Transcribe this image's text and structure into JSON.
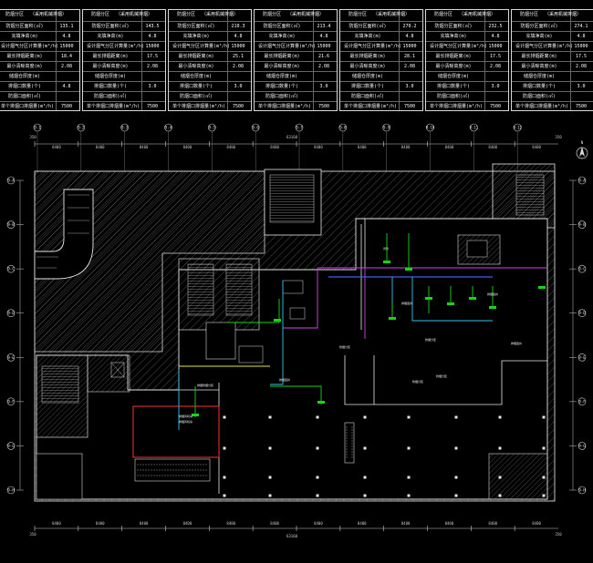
{
  "tables": [
    {
      "header": "（采用机械排烟）",
      "labels": [
        "防烟分区",
        "防烟分区面积(㎡)",
        "充填净高(m)",
        "设计烟气分区计算量(m³/h)",
        "最长排烟距离(m)",
        "最小清晰高度(m)",
        "储烟仓厚度(m)",
        "排烟口数量(个)",
        "防烟口面积(㎡)",
        "单个排烟口排烟量(m³/h)"
      ],
      "values": [
        "",
        "135.1",
        "4.8",
        "15000",
        "18.4",
        "2.08",
        "",
        "4.8",
        "",
        "7500"
      ]
    },
    {
      "header": "（采用机械排烟）",
      "labels": [
        "防烟分区",
        "防烟分区面积(㎡)",
        "充填净高(m)",
        "设计烟气分区计算量(m³/h)",
        "最长排烟距离(m)",
        "最小清晰高度(m)",
        "储烟仓厚度(m)",
        "排烟口数量(个)",
        "防烟口面积(㎡)",
        "单个排烟口排烟量(m³/h)"
      ],
      "values": [
        "",
        "143.5",
        "4.8",
        "15000",
        "17.5",
        "2.08",
        "",
        "3.0",
        "",
        "7500"
      ]
    },
    {
      "header": "（采用机械排烟）",
      "labels": [
        "防烟分区",
        "防烟分区面积(㎡)",
        "充填净高(m)",
        "设计烟气分区计算量(m³/h)",
        "最长排烟距离(m)",
        "最小清晰高度(m)",
        "储烟仓厚度(m)",
        "排烟口数量(个)",
        "防烟口面积(㎡)",
        "单个排烟口排烟量(m³/h)"
      ],
      "values": [
        "",
        "210.3",
        "4.8",
        "15000",
        "25.1",
        "2.08",
        "",
        "3.0",
        "",
        "7500"
      ]
    },
    {
      "header": "（采用机械排烟）",
      "labels": [
        "防烟分区",
        "防烟分区面积(㎡)",
        "充填净高(m)",
        "设计烟气分区计算量(m³/h)",
        "最长排烟距离(m)",
        "最小清晰高度(m)",
        "储烟仓厚度(m)",
        "排烟口数量(个)",
        "防烟口面积(㎡)",
        "单个排烟口排烟量(m³/h)"
      ],
      "values": [
        "",
        "213.4",
        "4.8",
        "15000",
        "21.6",
        "2.08",
        "",
        "3.0",
        "",
        "7500"
      ]
    },
    {
      "header": "（采用机械排烟）",
      "labels": [
        "防烟分区",
        "防烟分区面积(㎡)",
        "充填净高(m)",
        "设计烟气分区计算量(m³/h)",
        "最长排烟距离(m)",
        "最小清晰高度(m)",
        "储烟仓厚度(m)",
        "排烟口数量(个)",
        "防烟口面积(㎡)",
        "单个排烟口排烟量(m³/h)"
      ],
      "values": [
        "",
        "270.2",
        "4.8",
        "15000",
        "28.1",
        "2.08",
        "",
        "3.0",
        "",
        "7500"
      ]
    },
    {
      "header": "（采用机械排烟）",
      "labels": [
        "防烟分区",
        "防烟分区面积(㎡)",
        "充填净高(m)",
        "设计烟气分区计算量(m³/h)",
        "最长排烟距离(m)",
        "最小清晰高度(m)",
        "储烟仓厚度(m)",
        "排烟口数量(个)",
        "防烟口面积(㎡)",
        "单个排烟口排烟量(m³/h)"
      ],
      "values": [
        "",
        "232.5",
        "4.8",
        "15000",
        "17.5",
        "2.08",
        "",
        "3.0",
        "",
        "7500"
      ]
    },
    {
      "header": "（采用机械排烟）",
      "labels": [
        "防烟分区",
        "防烟分区面积(㎡)",
        "充填净高(m)",
        "设计烟气分区计算量(m³/h)",
        "最长排烟距离(m)",
        "最小清晰高度(m)",
        "储烟仓厚度(m)",
        "排烟口数量(个)",
        "防烟口面积(㎡)",
        "单个排烟口排烟量(m³/h)"
      ],
      "values": [
        "",
        "274.1",
        "4.8",
        "15000",
        "17.5",
        "2.08",
        "",
        "3.0",
        "",
        "7500"
      ]
    }
  ],
  "dims": {
    "top_total": "63160",
    "bottom_total": "63160",
    "top_segments": [
      "8400",
      "8400",
      "8400",
      "8400",
      "8400",
      "8400",
      "8400",
      "8400",
      "8400",
      "8400",
      "8400",
      "8400"
    ],
    "bottom_segments": [
      "8400",
      "8400",
      "8400",
      "8400",
      "8400",
      "8400",
      "8400",
      "8400",
      "8400",
      "8400",
      "8400",
      "8400"
    ],
    "top_edge_left": "350",
    "top_edge_right": "350",
    "bottom_edge_left": "350",
    "bottom_edge_right": "350"
  },
  "axes": {
    "top": [
      "9-1",
      "9-2",
      "9-3",
      "9-4",
      "9-5",
      "9-6",
      "9-7",
      "9-8",
      "9-9",
      "9-10",
      "9-11",
      "9-12"
    ],
    "left": [
      "9-A",
      "9-B",
      "9-C",
      "9-D",
      "9-E",
      "9-F",
      "9-G",
      "9-H"
    ],
    "right": [
      "9-A",
      "9-B",
      "9-C",
      "9-D",
      "9-E",
      "9-F",
      "9-G",
      "9-H"
    ]
  },
  "north_label": "N",
  "room_labels": [
    "排烟风机房",
    "排烟风机房",
    "排烟防烟分区",
    "防烟分区",
    "防烟分区",
    "防烟分区",
    "防烟分区",
    "排烟竖井",
    "排烟竖井",
    "排烟竖井",
    "排烟竖井",
    "风管"
  ],
  "colors": {
    "wall": "#d8d8d8",
    "hatch": "#5a5a5a",
    "duct_green": "#19d419",
    "duct_magenta": "#d048e8",
    "duct_cyan": "#2cc8e8",
    "duct_blue": "#3c5cf0",
    "smoke_zone": "#ff3030",
    "yellow": "#e8e840"
  }
}
